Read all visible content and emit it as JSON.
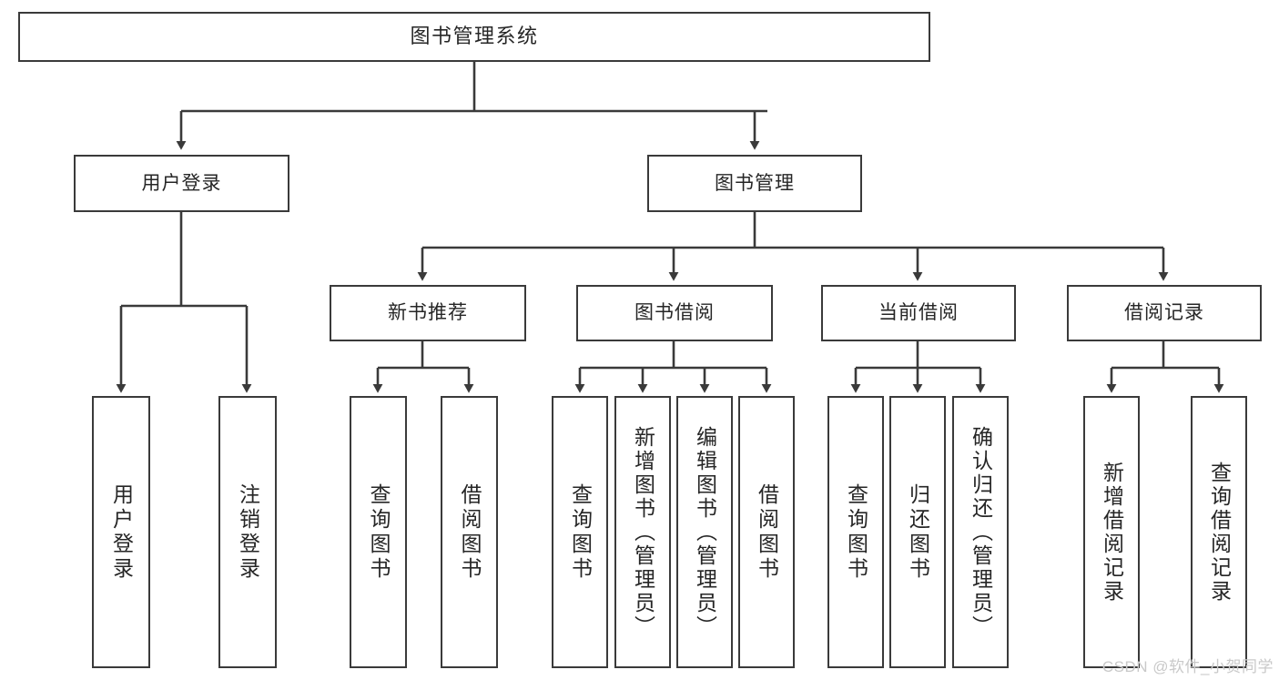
{
  "diagram": {
    "title": "图书管理系统",
    "type": "功能结构图",
    "watermark": "CSDN @软件_小贺同学",
    "colors": {
      "box_border": "#3a3a3a",
      "box_fill": "#ffffff",
      "edge": "#3a3a3a",
      "text": "#262626",
      "watermark": "#c9c9c9",
      "background": "#ffffff"
    },
    "root": {
      "label": "图书管理系统"
    },
    "level2": [
      {
        "id": "user-login",
        "label": "用户登录"
      },
      {
        "id": "book-manage",
        "label": "图书管理"
      }
    ],
    "level3": [
      {
        "id": "new-book-recommend",
        "label": "新书推荐",
        "parent": "book-manage"
      },
      {
        "id": "book-borrow",
        "label": "图书借阅",
        "parent": "book-manage"
      },
      {
        "id": "current-borrow",
        "label": "当前借阅",
        "parent": "book-manage"
      },
      {
        "id": "borrow-record",
        "label": "借阅记录",
        "parent": "book-manage"
      }
    ],
    "leaves": {
      "user-login": [
        {
          "id": "leaf-user-login",
          "label": "用户登录"
        },
        {
          "id": "leaf-user-logout",
          "label": "注销登录"
        }
      ],
      "new-book-recommend": [
        {
          "id": "leaf-query-book-1",
          "label": "查询图书"
        },
        {
          "id": "leaf-borrow-book-1",
          "label": "借阅图书"
        }
      ],
      "book-borrow": [
        {
          "id": "leaf-query-book-2",
          "label": "查询图书"
        },
        {
          "id": "leaf-add-book",
          "label": "新增图书（管理员）"
        },
        {
          "id": "leaf-edit-book",
          "label": "编辑图书（管理员）"
        },
        {
          "id": "leaf-borrow-book-2",
          "label": "借阅图书"
        }
      ],
      "current-borrow": [
        {
          "id": "leaf-query-book-3",
          "label": "查询图书"
        },
        {
          "id": "leaf-return-book",
          "label": "归还图书"
        },
        {
          "id": "leaf-confirm-return",
          "label": "确认归还（管理员）"
        }
      ],
      "borrow-record": [
        {
          "id": "leaf-add-record",
          "label": "新增借阅记录"
        },
        {
          "id": "leaf-query-record",
          "label": "查询借阅记录"
        }
      ]
    }
  }
}
